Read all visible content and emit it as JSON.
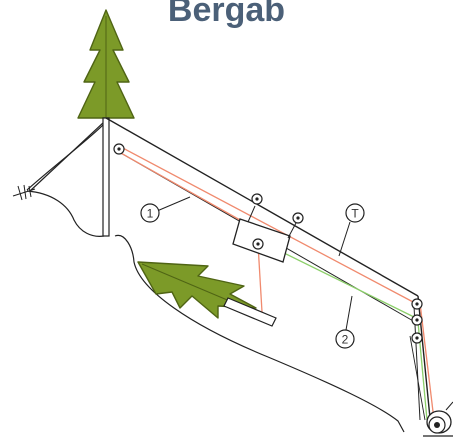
{
  "title": "Bergab",
  "callouts": {
    "main_rope": "T",
    "rope_1": "1",
    "rope_2": "2"
  },
  "colors": {
    "title": "#4b6078",
    "line": "#222222",
    "rope_1": "#f08a6e",
    "rope_2": "#8ccf6a",
    "tree_fill": "#7c9a28",
    "tree_stroke": "#4f6414"
  }
}
